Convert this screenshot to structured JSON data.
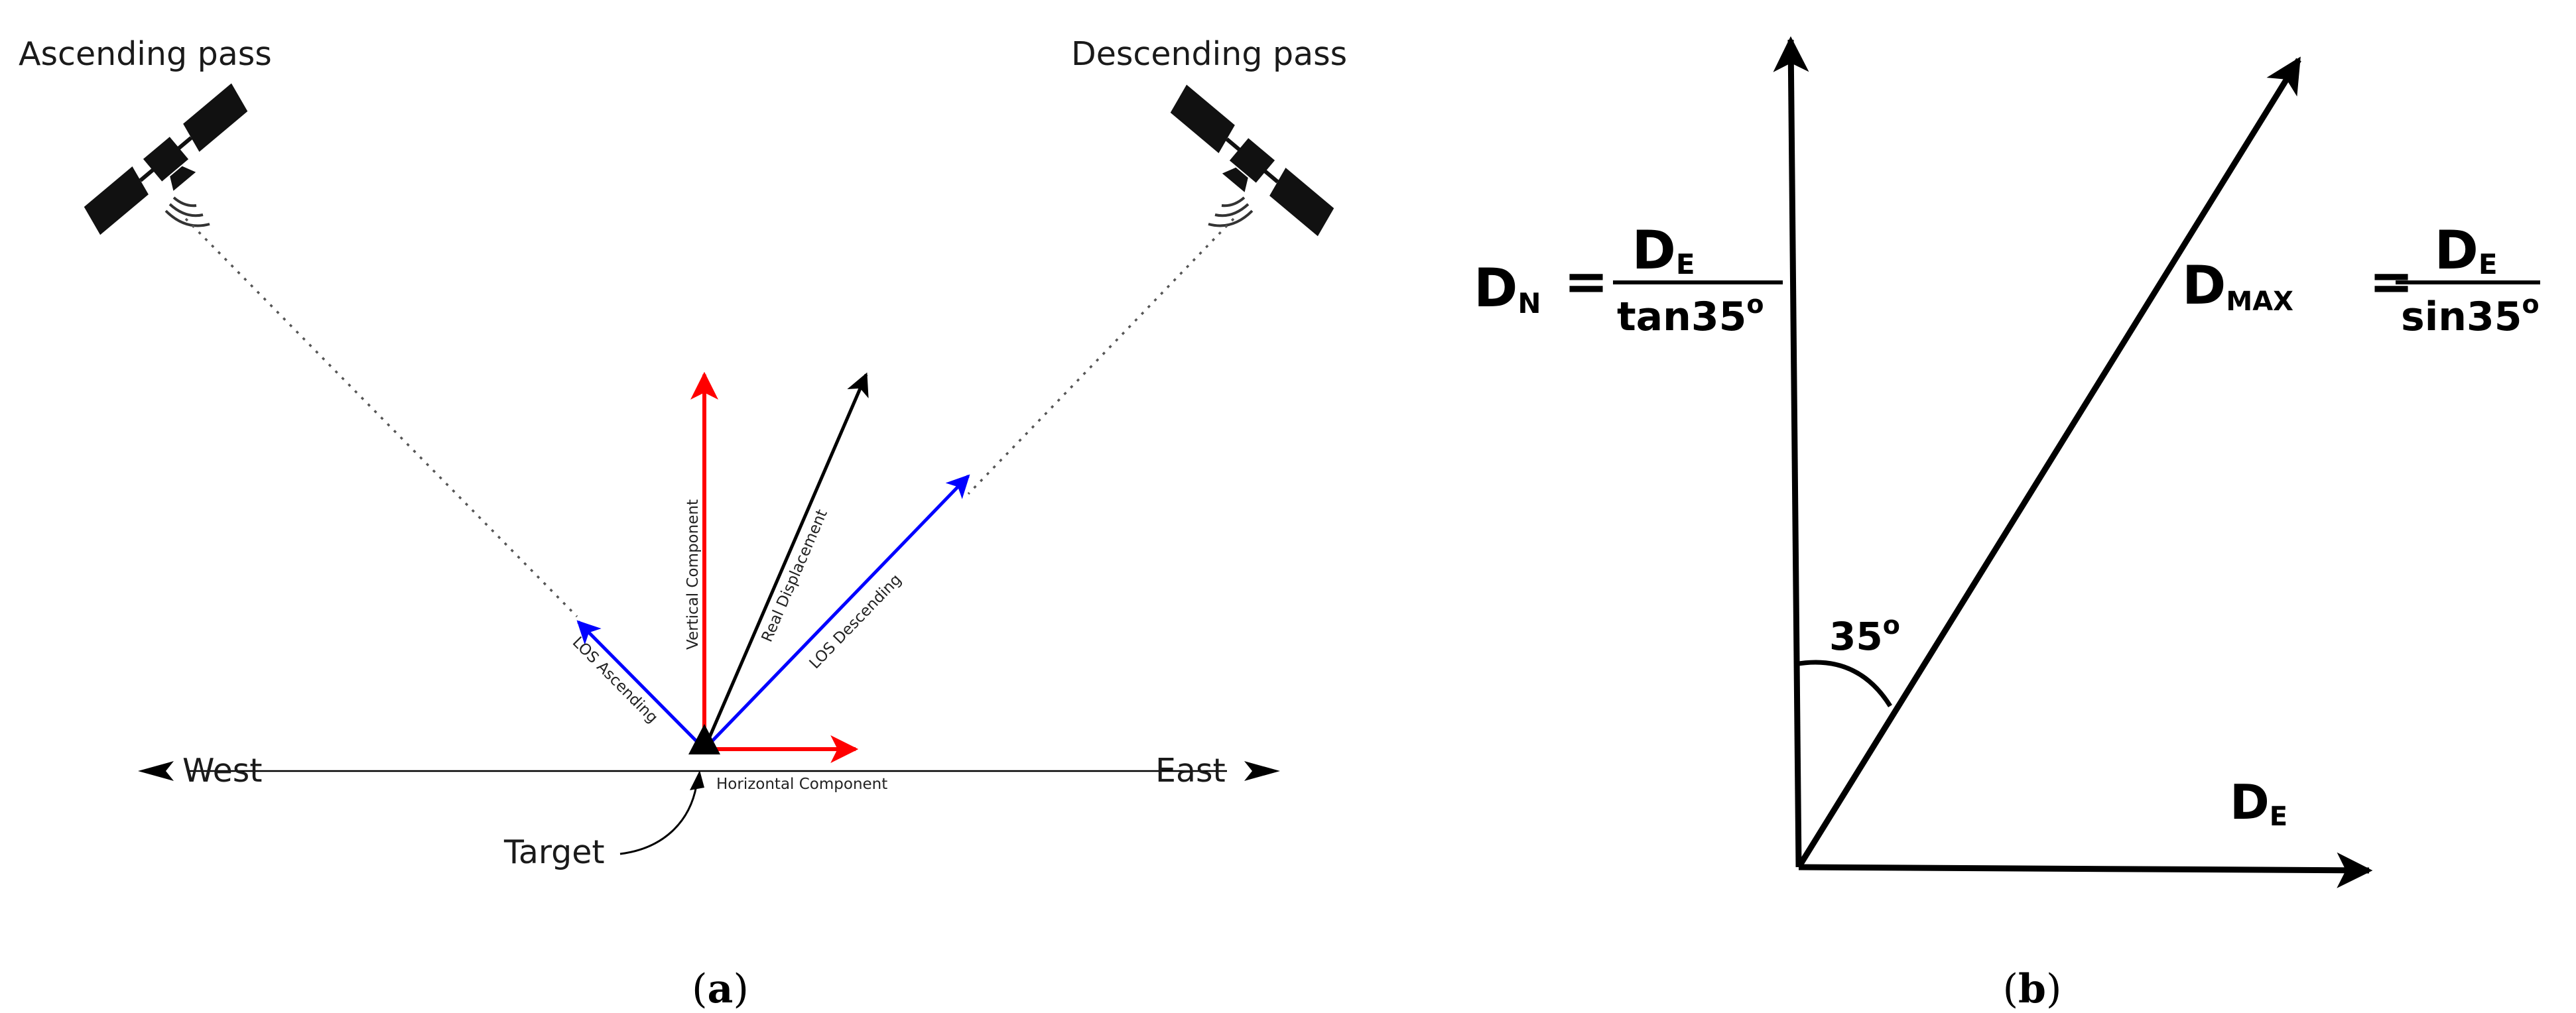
{
  "panel_a": {
    "ascending_pass": "Ascending pass",
    "descending_pass": "Descending pass",
    "vertical_component": "Vertical Component",
    "real_displacement": "Real Displacement",
    "los_descending": "LOS Descending",
    "los_ascending": "LOS Ascending",
    "horizontal_component": "Horizontal Component",
    "west": "West",
    "east": "East",
    "target": "Target",
    "caption_open": "(",
    "caption_letter": "a",
    "caption_close": ")",
    "colors": {
      "vertical": "#ff0000",
      "horizontal": "#ff0000",
      "los": "#0000ff",
      "real": "#000000"
    },
    "icons": [
      "satellite-icon",
      "satellite-icon"
    ]
  },
  "panel_b": {
    "dn_main": "D",
    "dn_sub": "N",
    "dn_eq": "=",
    "dn_num_main": "D",
    "dn_num_sub": "E",
    "dn_den": "tan35",
    "dn_den_deg": "o",
    "dmax_main": "D",
    "dmax_sub": "MAX",
    "dmax_eq": "=",
    "dmax_num_main": "D",
    "dmax_num_sub": "E",
    "dmax_den": "sin35",
    "dmax_den_deg": "o",
    "angle": "35",
    "angle_deg": "o",
    "de_main": "D",
    "de_sub": "E",
    "caption_open": "(",
    "caption_letter": "b",
    "caption_close": ")"
  }
}
